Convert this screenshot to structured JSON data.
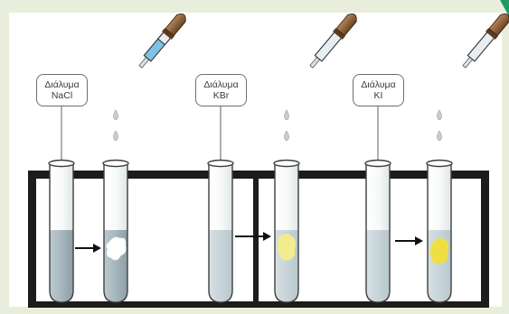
{
  "labels": [
    {
      "line1": "Διάλυμα",
      "line2": "NaCl"
    },
    {
      "line1": "Διάλυμα",
      "line2": "KBr"
    },
    {
      "line1": "Διάλυμα",
      "line2": "KI"
    }
  ],
  "colors": {
    "background": "#e9eedc",
    "rack": "#1c1c1c",
    "solution": "#a9b8bf",
    "precipitate_nacl": "#ffffff",
    "precipitate_kbr": "#f3ec8f",
    "precipitate_ki": "#eee044",
    "dropper_liquid": "#7ec3e6",
    "dropper_bulb": "#8a5a33",
    "corner_accent": "#1a9c62"
  },
  "icons": [
    "dropper-icon",
    "drop-icon",
    "arrow-right-icon",
    "test-tube-icon",
    "test-tube-rack"
  ]
}
